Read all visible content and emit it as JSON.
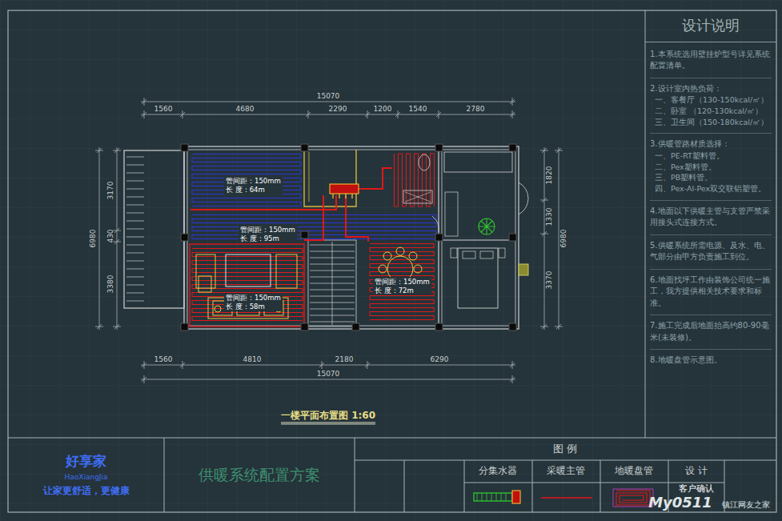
{
  "diagram": {
    "nodes": [
      {
        "text": [
          "设计说明",
          "1.本系统选用壁挂炉型号详见系统配置清单。",
          "2.设计室内热负荷：",
          "一、客餐厅（130-150kcal/㎡）",
          "二、卧室 （120-130kcal/㎡）",
          "三、卫生间（150-180kcal/㎡）",
          "3.供暖管路材质选择：",
          "一、PE-RT塑料管。",
          "二、Pex塑料管。",
          "三、PB塑料管。",
          "四、Pex-Al-Pex双交联铝塑管。",
          "4.地面以下供暖主管与支管严禁采用接头式连接方式。",
          "5.供暖系统所需电源、及水、电、气部分由甲方负责施工到位。",
          "6.地面找坪工作由装饰公司统一施工，我方提供相关技术要求和标准。",
          "7.施工完成后地面抬高约80-90毫米(未装修)。",
          "8.地暖盘管示意图。"
        ]
      },
      {
        "text": [
          "管间距：150mm",
          "长 度：64m"
        ]
      },
      {
        "text": [
          "管间距：150mm",
          "长 度：95m"
        ]
      },
      {
        "text": [
          "管间距：150mm",
          "长 度：58m"
        ]
      },
      {
        "text": [
          "管间距：150mm",
          "长 度：72m"
        ]
      },
      {
        "text": [
          "好享家",
          "HaoXiangJia",
          "让家更舒适，更健康"
        ]
      },
      {
        "text": [
          "供暖系统配置方案"
        ]
      }
    ],
    "labels": [
      "15070",
      "1560",
      "4680",
      "2290",
      "1200",
      "1540",
      "2780",
      "1560",
      "4810",
      "2180",
      "6290",
      "15070",
      "6980",
      "3170",
      "430",
      "3380",
      "1820",
      "1330",
      "3370",
      "6980",
      "一楼平面布置图 1:60",
      "图 例",
      "设 计",
      "客户确认",
      "My0511",
      "镇江网友之家"
    ],
    "legend": [
      {
        "text": "分集水器"
      },
      {
        "text": "采暖主管"
      },
      {
        "text": "地暖盘管"
      }
    ]
  }
}
